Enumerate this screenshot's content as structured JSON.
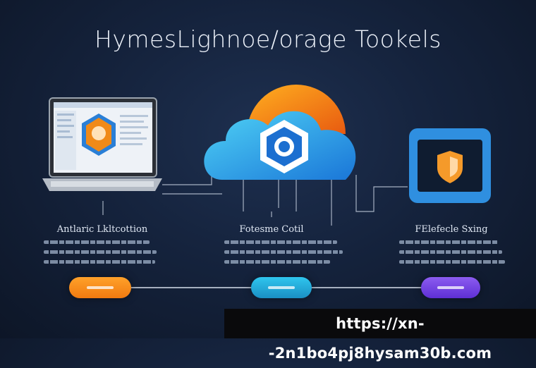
{
  "title": "HymesLighnoe/orage Tookels",
  "nodes": [
    {
      "label": "Antlaric Lkltcottion",
      "icon": "laptop-shield-icon"
    },
    {
      "label": "Fotesme Cotil",
      "icon": "cloud-shield-icon"
    },
    {
      "label": "FElefecle Sxing",
      "icon": "tablet-shield-icon"
    }
  ],
  "colors": {
    "background": "#15233d",
    "orange": "#f58a1a",
    "cyan": "#22b2e0",
    "purple": "#7342e2",
    "cloud": "#2a9ee6"
  },
  "url_banner": "https://xn--2n1bo4pj8hysam30b.com"
}
